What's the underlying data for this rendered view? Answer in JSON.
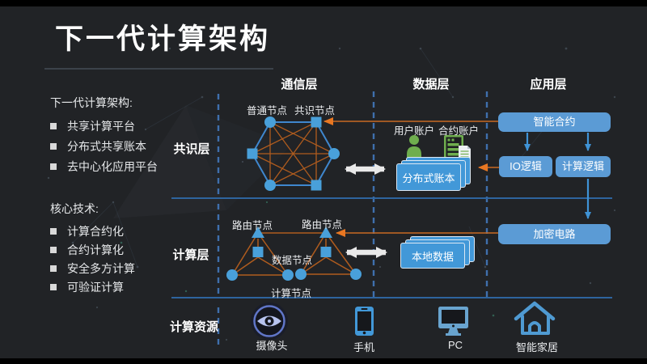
{
  "title": "下一代计算架构",
  "sidebar": {
    "heading1": "下一代计算架构:",
    "group1": [
      "共享计算平台",
      "分布式共享账本",
      "去中心化应用平台"
    ],
    "heading2": "核心技术:",
    "group2": [
      "计算合约化",
      "合约计算化",
      "安全多方计算",
      "可验证计算"
    ]
  },
  "headers": {
    "comm": "通信层",
    "data": "数据层",
    "app": "应用层"
  },
  "row_labels": {
    "consensus": "共识层",
    "compute": "计算层",
    "resources": "计算资源"
  },
  "consensus_layer": {
    "normal_node": "普通节点",
    "consensus_node": "共识节点",
    "user_account": "用户账户",
    "contract_account": "合约账户",
    "distributed_ledger": "分布式账本"
  },
  "app_layer": {
    "smart_contract": "智能合约",
    "io_logic": "IO逻辑",
    "compute_logic": "计算逻辑",
    "crypto_circuit": "加密电路"
  },
  "compute_layer": {
    "router_node_left": "路由节点",
    "router_node_right": "路由节点",
    "data_node": "数据节点",
    "compute_node": "计算节点",
    "local_data": "本地数据"
  },
  "resources": {
    "camera": "摄像头",
    "phone": "手机",
    "pc": "PC",
    "smart_home": "智能家居"
  },
  "colors": {
    "box_blue": "#5b9bd5",
    "node_blue": "#49a0da",
    "orange": "#e87722",
    "mesh_orange": "#b05c1e",
    "green": "#6fae4e",
    "white_arrow": "#e9e9e9",
    "dashed_blue": "#3f6fad",
    "divider_blue": "#2e649e"
  }
}
